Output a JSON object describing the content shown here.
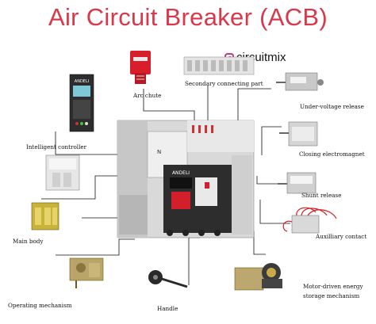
{
  "title": "Air Circuit Breaker (ACB)",
  "brand": "circuitmix",
  "labels": {
    "arc_chute": "Arc chute",
    "secondary_connecting_part": "Secondary connecting part",
    "under_voltage_release": "Under-voltage release",
    "intelligent_controller": "Intelligent controller",
    "closing_electromagnet": "Closing electromagnet",
    "shunt_release": "Shunt release",
    "auxiliary_contact": "Auxilliary contact",
    "main_body": "Main body",
    "operating_mechanism": "Operating mechanism",
    "handle": "Handle",
    "motor_driven_storage": "Motor-driven energy storage mechanism"
  },
  "device_text": {
    "controller_brand": "ANDELI",
    "breaker_brand": "ANDELI",
    "phase_marker": "N"
  },
  "colors": {
    "title": "#d8384a",
    "lead_line": "#111111",
    "breaker_body": "#3a3a3a",
    "arc_chute": "#d81e2a",
    "terminal_green": "#6fbf5a"
  }
}
